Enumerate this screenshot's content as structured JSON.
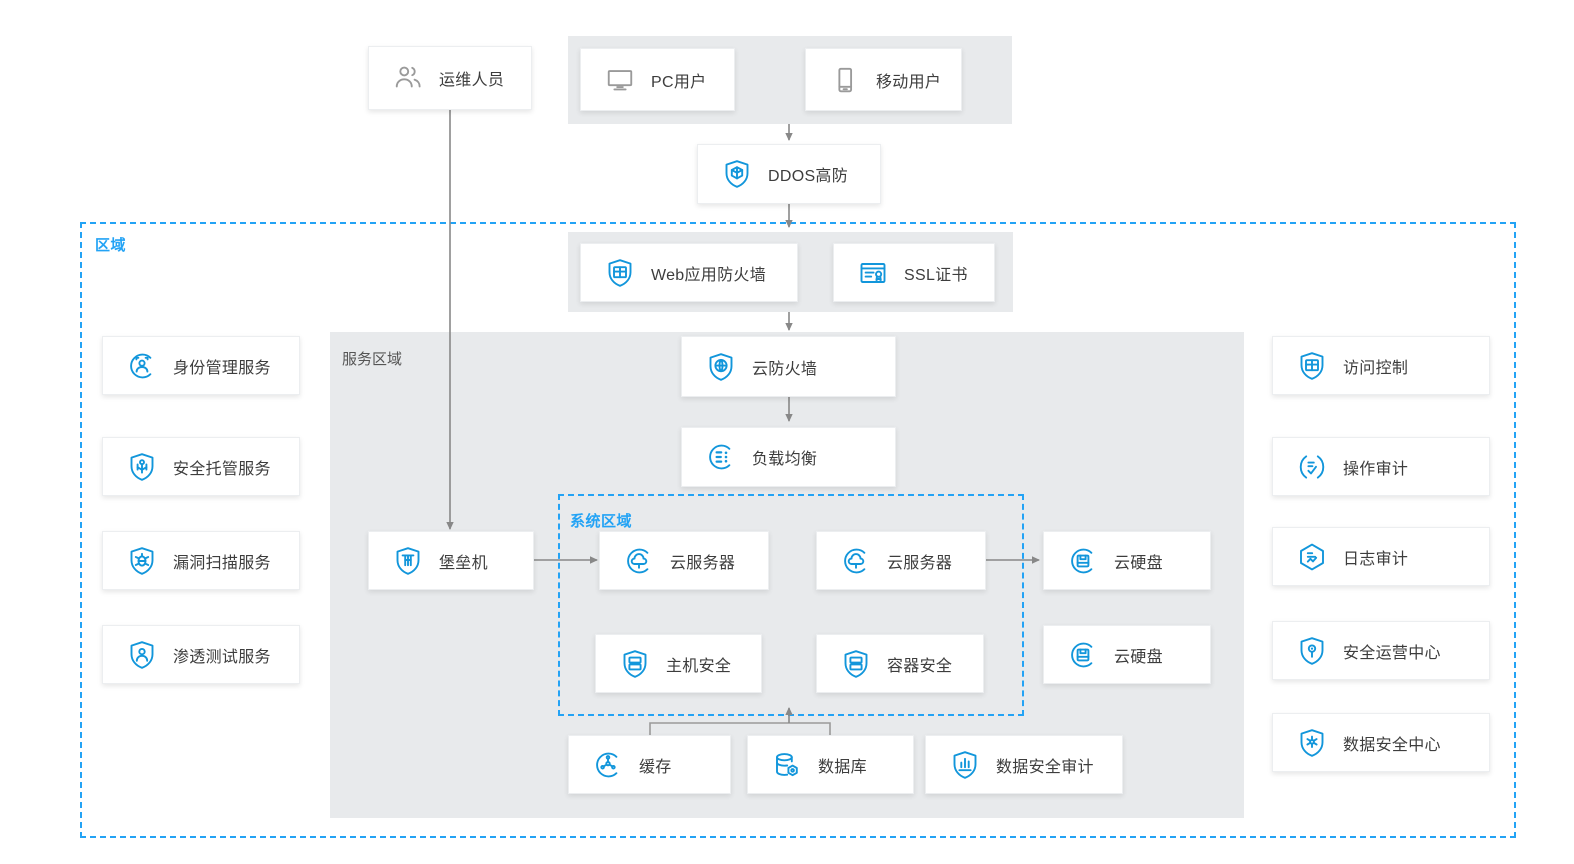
{
  "colors": {
    "accent": "#23a3f5",
    "icon_blue": "#1296db",
    "zone_border": "#23a3f5",
    "gray_panel": "#e8eaec",
    "card_bg": "#ffffff",
    "text": "#3d3d3d",
    "arrow": "#888888",
    "gray_icon": "#9a9a9a"
  },
  "zones": {
    "region": {
      "label": "区域"
    },
    "service_zone": {
      "label": "服务区域"
    },
    "system_zone": {
      "label": "系统区域"
    }
  },
  "top_users": {
    "ops": {
      "label": "运维人员",
      "icon": "users-icon"
    },
    "clients": [
      {
        "label": "PC用户",
        "icon": "monitor-icon"
      },
      {
        "label": "移动用户",
        "icon": "mobile-icon"
      }
    ]
  },
  "edge_protection": [
    {
      "label": "DDOS高防",
      "icon": "shield-ddos-icon"
    }
  ],
  "app_protection": [
    {
      "label": "Web应用防火墙",
      "icon": "shield-waf-icon"
    },
    {
      "label": "SSL证书",
      "icon": "certificate-icon"
    }
  ],
  "network_chain": [
    {
      "label": "云防火墙",
      "icon": "shield-cloud-firewall-icon"
    },
    {
      "label": "负载均衡",
      "icon": "load-balancer-icon"
    }
  ],
  "bastion": {
    "label": "堡垒机",
    "icon": "shield-bastion-icon"
  },
  "system_zone_nodes": [
    {
      "label": "云服务器",
      "icon": "cloud-server-icon"
    },
    {
      "label": "云服务器",
      "icon": "cloud-server-icon"
    },
    {
      "label": "主机安全",
      "icon": "shield-host-security-icon"
    },
    {
      "label": "容器安全",
      "icon": "shield-container-security-icon"
    }
  ],
  "storage": [
    {
      "label": "云硬盘",
      "icon": "cloud-disk-icon"
    },
    {
      "label": "云硬盘",
      "icon": "cloud-disk-icon"
    }
  ],
  "data_layer": [
    {
      "label": "缓存",
      "icon": "cache-icon"
    },
    {
      "label": "数据库",
      "icon": "database-icon"
    },
    {
      "label": "数据安全审计",
      "icon": "shield-data-audit-icon"
    }
  ],
  "left_services": [
    {
      "label": "身份管理服务",
      "icon": "identity-management-icon"
    },
    {
      "label": "安全托管服务",
      "icon": "shield-managed-security-icon"
    },
    {
      "label": "漏洞扫描服务",
      "icon": "shield-vulnerability-scan-icon"
    },
    {
      "label": "渗透测试服务",
      "icon": "shield-pentest-icon"
    }
  ],
  "right_services": [
    {
      "label": "访问控制",
      "icon": "shield-access-control-icon"
    },
    {
      "label": "操作审计",
      "icon": "operation-audit-icon"
    },
    {
      "label": "日志审计",
      "icon": "log-audit-icon"
    },
    {
      "label": "安全运营中心",
      "icon": "shield-soc-icon"
    },
    {
      "label": "数据安全中心",
      "icon": "shield-data-security-center-icon"
    }
  ]
}
